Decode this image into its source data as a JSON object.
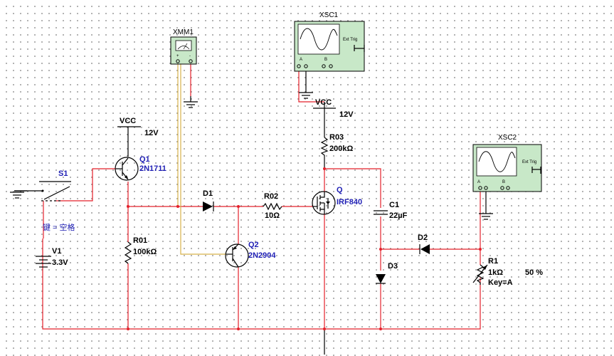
{
  "instruments": {
    "xmm1": {
      "title": "XMM1",
      "plus": "+",
      "minus": "-"
    },
    "xsc1": {
      "title": "XSC1",
      "ext_trig": "Ext Trig",
      "port_a": "A",
      "port_b": "B"
    },
    "xsc2": {
      "title": "XSC2",
      "ext_trig": "Ext Trig",
      "port_a": "A",
      "port_b": "B"
    }
  },
  "supplies": {
    "vcc1": {
      "name": "VCC",
      "voltage": "12V"
    },
    "vcc2": {
      "name": "VCC",
      "voltage": "12V"
    }
  },
  "components": {
    "s1": {
      "name": "S1",
      "key": "键 = 空格"
    },
    "v1": {
      "name": "V1",
      "value": "3.3V"
    },
    "q1": {
      "name": "Q1",
      "model": "2N1711"
    },
    "r01": {
      "name": "R01",
      "value": "100kΩ"
    },
    "d1": {
      "name": "D1"
    },
    "r02": {
      "name": "R02",
      "value": "10Ω"
    },
    "q2": {
      "name": "Q2",
      "model": "2N2904"
    },
    "r03": {
      "name": "R03",
      "value": "200kΩ"
    },
    "q": {
      "name": "Q",
      "model": "IRF840"
    },
    "c1": {
      "name": "C1",
      "value": "22µF"
    },
    "d2": {
      "name": "D2"
    },
    "d3": {
      "name": "D3"
    },
    "r1": {
      "name": "R1",
      "value": "1kΩ",
      "percent": "50 %",
      "key": "Key=A"
    }
  }
}
